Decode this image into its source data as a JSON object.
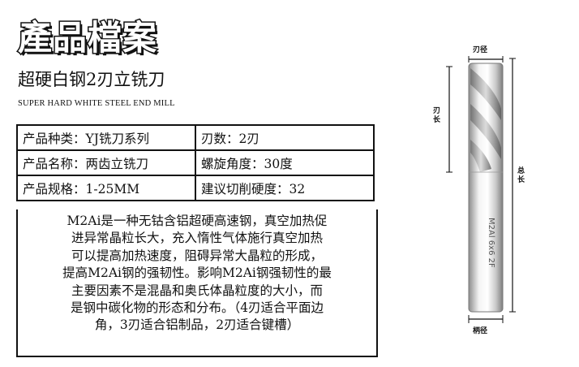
{
  "header": {
    "banner": "產品檔案",
    "subtitle": "超硬白钢2刃立铣刀",
    "english": "SUPER HARD WHITE STEEL END MILL"
  },
  "spec_table": {
    "rows": [
      [
        "产品种类：YJ铣刀系列",
        "刃数：2刃"
      ],
      [
        "产品名称：两齿立铣刀",
        "螺旋角度：30度"
      ],
      [
        "产品规格：1-25MM",
        "建议切削硬度：32"
      ]
    ]
  },
  "description_lines": [
    "M2Ai是一种无钴含铝超硬高速钢，真空加热促",
    "进异常晶粒长大，充入惰性气体施行真空加热",
    "可以提高加热速度，阻碍异常大晶粒的形成，",
    "提高M2Ai钢的强韧性。影响M2Ai钢强韧性的最",
    "主要因素不是混晶和奥氏体晶粒度的大小，而",
    "是钢中碳化物的形态和分布。（4刃适合平面边",
    "角，3刃适合铝制品，2刃适合键槽）"
  ],
  "diagram": {
    "blade_diameter_label": "刃径",
    "blade_length_label": "刃长",
    "total_length_label": "总长",
    "shank_diameter_label": "柄径",
    "shank_marking": "M2Al 6x6 2F"
  },
  "colors": {
    "ink": "#111111",
    "metal_light": "#f2f2f2",
    "metal_dark": "#9a9a9a"
  }
}
